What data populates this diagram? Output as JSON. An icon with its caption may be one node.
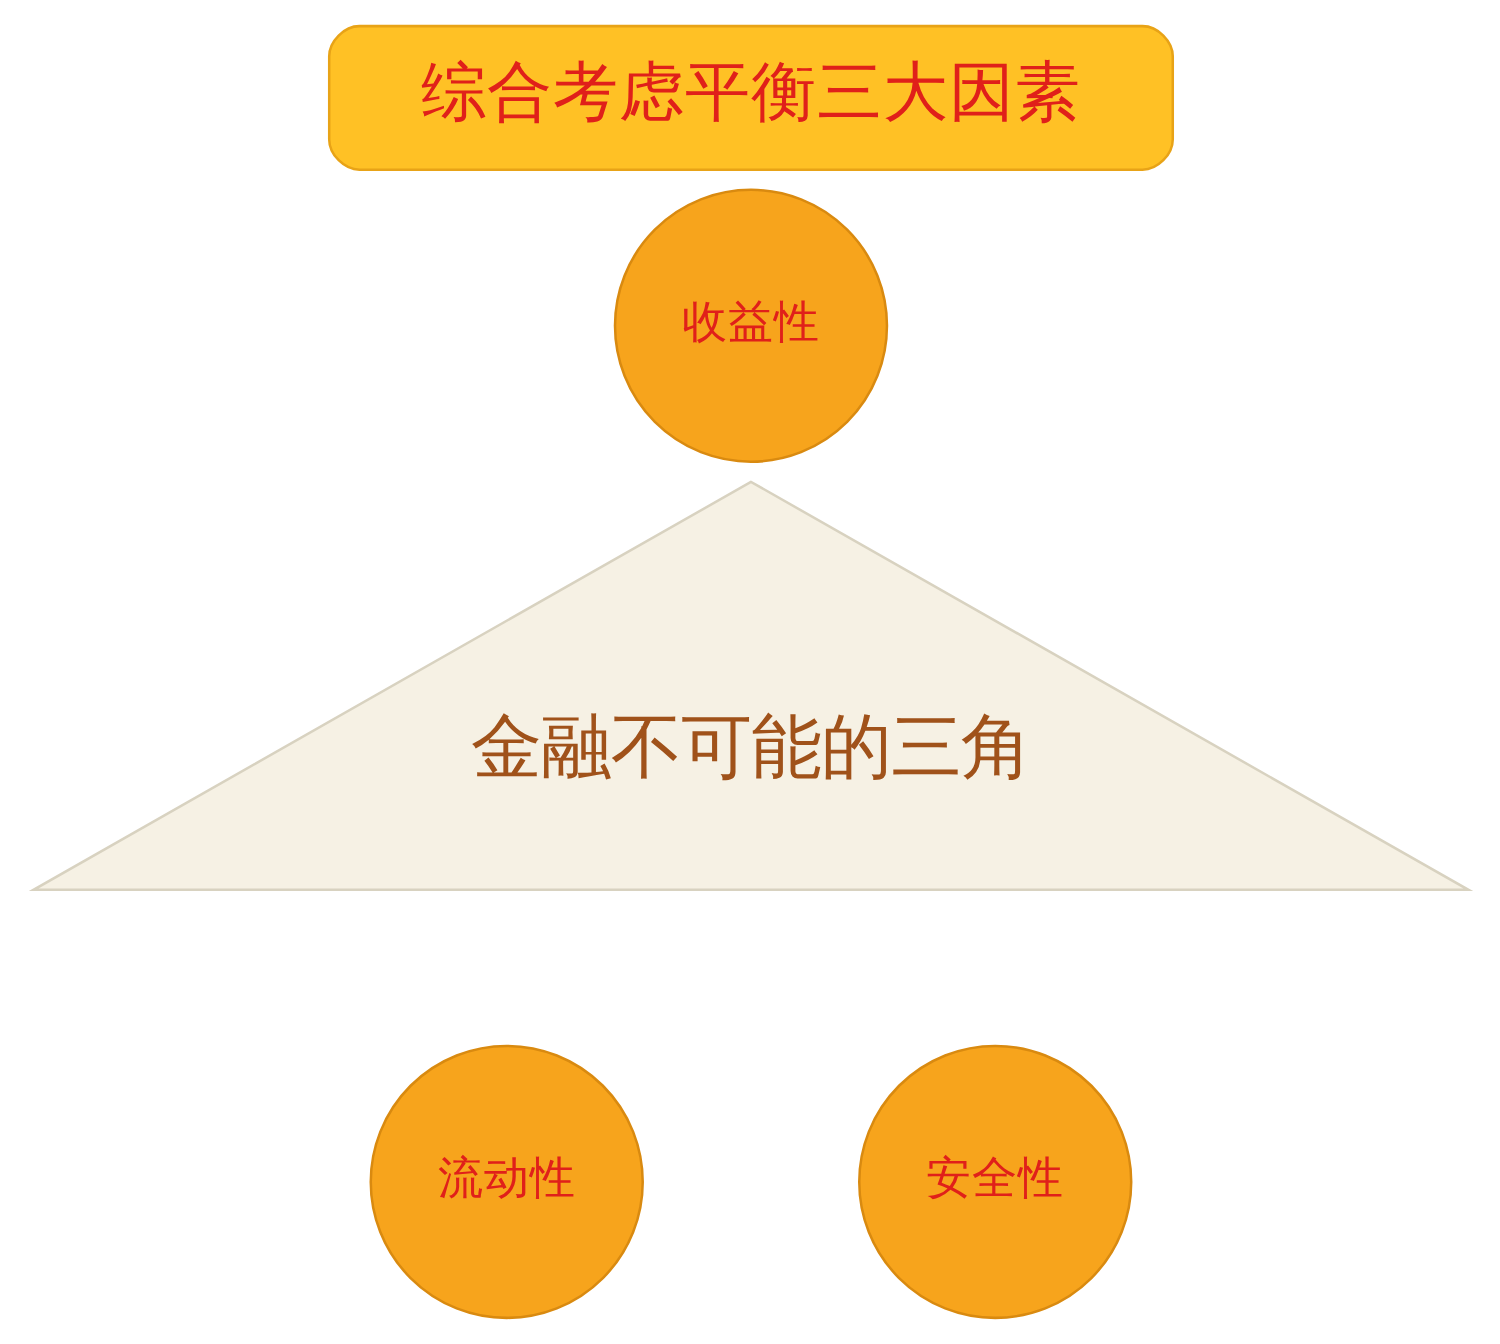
{
  "diagram": {
    "nodes": [
      {
        "text": [
          "综合考虑平衡三大因素"
        ]
      },
      {
        "text": [
          "收益性"
        ]
      },
      {
        "text": [
          "金融不可能的三角"
        ]
      },
      {
        "text": [
          "流动性"
        ]
      },
      {
        "text": [
          "安全性"
        ]
      }
    ]
  }
}
